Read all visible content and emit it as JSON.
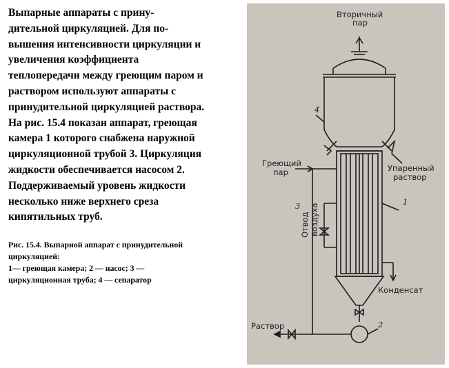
{
  "text": {
    "lines": [
      {
        "text": "Выпарные аппараты с прину-",
        "bold_title": true
      },
      {
        "text": "дительной циркуляцией.",
        "bold_title": true,
        "rest": " Для по-"
      },
      {
        "text": "вышения интенсивности циркуляции и"
      },
      {
        "text": "увеличения коэффициента"
      },
      {
        "text": "теплопередачи между греющим паром и"
      },
      {
        "text": "раствором используют аппараты с"
      },
      {
        "text": "принудительной циркуляцией раствора."
      },
      {
        "text": "На рис. 15.4  показан аппарат, греющая"
      },
      {
        "text": "камера 1 которого снабжена наружной"
      },
      {
        "text": "циркуляционной трубой 3. Циркуляция"
      },
      {
        "text": "жидкости обеспечивается насосом 2."
      },
      {
        "text": "Поддерживаемый уровень жидкости"
      },
      {
        "text": "несколько ниже верхнего среза"
      },
      {
        "text": "кипятильных труб."
      }
    ],
    "caption": [
      "Рис. 15.4. Выпарной аппарат с принудительной",
      "циркуляцией:",
      "1— греющая  камера;  2 — насос;  3 —",
      "циркуляционная труба;  4 — сепаратор"
    ]
  },
  "diagram": {
    "labels": {
      "secondary_steam_1": "Вторичный",
      "secondary_steam_2": "пар",
      "heating_steam_1": "Греющий",
      "heating_steam_2": "пар",
      "evaporated_1": "Упаренный",
      "evaporated_2": "раствор",
      "air_vent_1": "Отвод",
      "air_vent_2": "воздуха",
      "condensate": "Конденсат",
      "solution": "Раствор",
      "n1": "1",
      "n2": "2",
      "n3": "3",
      "n4": "4"
    },
    "colors": {
      "background": "#c9c4bc",
      "ink": "#1e1c1e"
    }
  }
}
